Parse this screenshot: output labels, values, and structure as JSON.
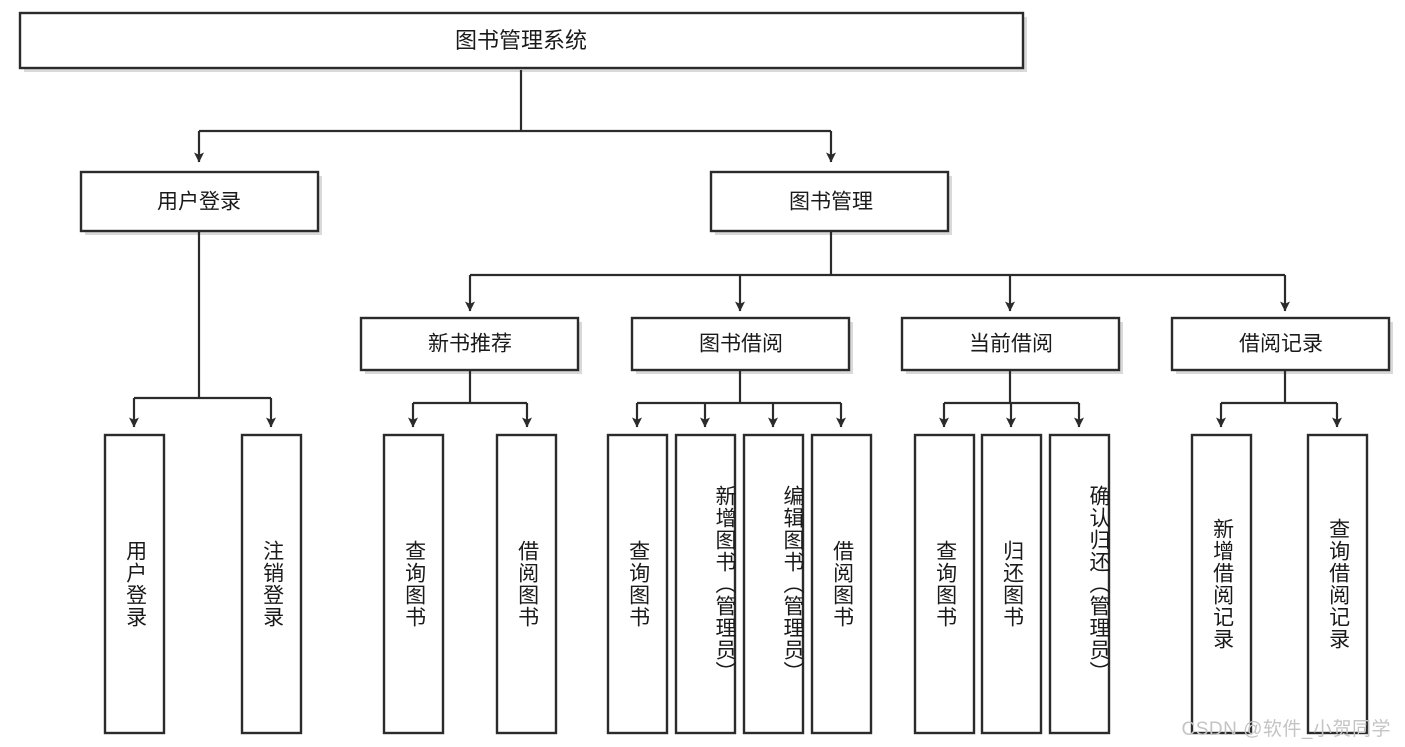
{
  "diagram": {
    "type": "hierarchy-tree",
    "title": "图书管理系统",
    "watermark": "CSDN @软件_小贺同学",
    "colors": {
      "box_stroke": "#2b2b2b",
      "box_fill": "#ffffff",
      "edge": "#2b2b2b",
      "text": "#1a1a1a",
      "watermark": "#c4c4c4",
      "shadow": "#b9b9b9"
    },
    "levels": {
      "root": {
        "label": "图书管理系统"
      },
      "level2": [
        {
          "label": "用户登录"
        },
        {
          "label": "图书管理"
        }
      ],
      "level3": [
        {
          "label": "新书推荐"
        },
        {
          "label": "图书借阅"
        },
        {
          "label": "当前借阅"
        },
        {
          "label": "借阅记录"
        }
      ]
    },
    "nodes": {
      "root": {
        "label": "图书管理系统",
        "children": [
          {
            "label": "用户登录",
            "children": [
              {
                "label": "用户登录"
              },
              {
                "label": "注销登录"
              }
            ]
          },
          {
            "label": "图书管理",
            "children": [
              {
                "label": "新书推荐",
                "children": [
                  {
                    "label": "查询图书"
                  },
                  {
                    "label": "借阅图书"
                  }
                ]
              },
              {
                "label": "图书借阅",
                "children": [
                  {
                    "label": "查询图书"
                  },
                  {
                    "label": "新增图书（管理员）"
                  },
                  {
                    "label": "编辑图书（管理员）"
                  },
                  {
                    "label": "借阅图书"
                  }
                ]
              },
              {
                "label": "当前借阅",
                "children": [
                  {
                    "label": "查询图书"
                  },
                  {
                    "label": "归还图书"
                  },
                  {
                    "label": "确认归还（管理员）"
                  }
                ]
              },
              {
                "label": "借阅记录",
                "children": [
                  {
                    "label": "新增借阅记录"
                  },
                  {
                    "label": "查询借阅记录"
                  }
                ]
              }
            ]
          }
        ]
      }
    },
    "leaves": [
      {
        "label": "用户登录"
      },
      {
        "label": "注销登录"
      },
      {
        "label": "查询图书"
      },
      {
        "label": "借阅图书"
      },
      {
        "label": "查询图书"
      },
      {
        "label": "新增图书（管理员）"
      },
      {
        "label": "编辑图书（管理员）"
      },
      {
        "label": "借阅图书"
      },
      {
        "label": "查询图书"
      },
      {
        "label": "归还图书"
      },
      {
        "label": "确认归还（管理员）"
      },
      {
        "label": "新增借阅记录"
      },
      {
        "label": "查询借阅记录"
      }
    ]
  }
}
